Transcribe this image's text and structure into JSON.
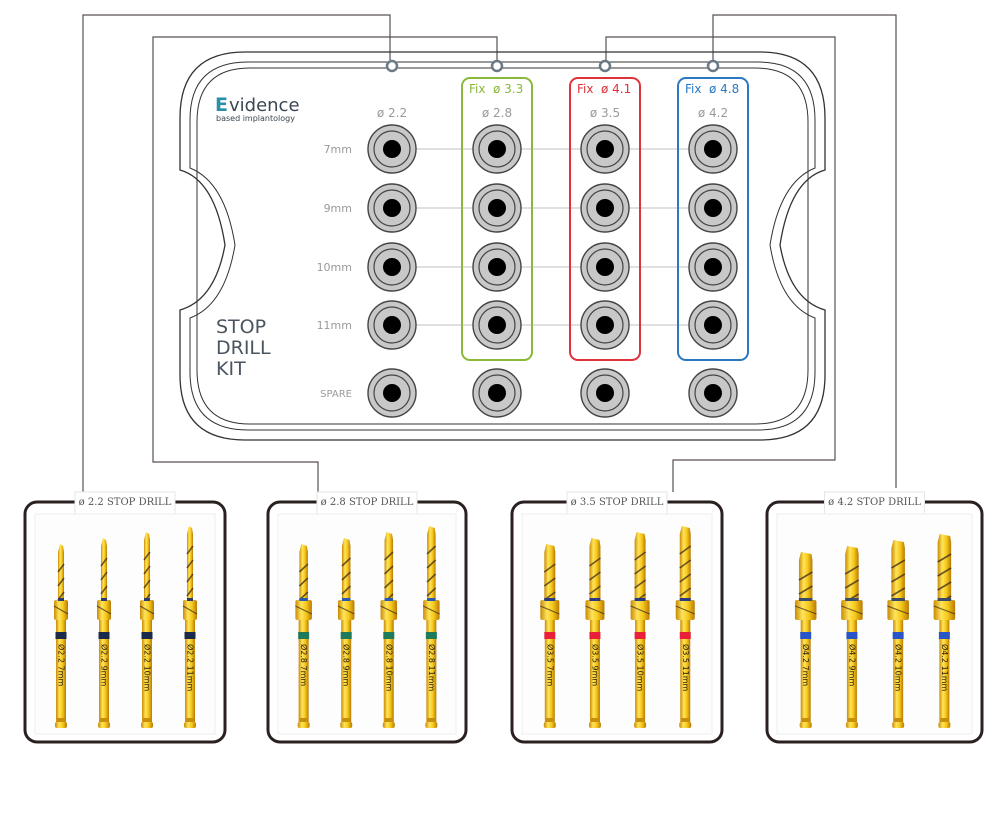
{
  "brand": {
    "logo_initial": "E",
    "logo_rest": "vidence",
    "tagline": "based implantology",
    "logo_color": "#2a8fa8",
    "text_color": "#3a4652"
  },
  "kit_title": [
    "STOP",
    "DRILL",
    "KIT"
  ],
  "row_labels": [
    "7mm",
    "9mm",
    "10mm",
    "11mm",
    "SPARE"
  ],
  "columns": [
    {
      "diameter": "ø 2.2",
      "fix_label": "",
      "fix_value": "",
      "color": ""
    },
    {
      "diameter": "ø 2.8",
      "fix_label": "Fix",
      "fix_value": "ø 3.3",
      "color": "#8ab83a"
    },
    {
      "diameter": "ø 3.5",
      "fix_label": "Fix",
      "fix_value": "ø 4.1",
      "color": "#e0323a"
    },
    {
      "diameter": "ø 4.2",
      "fix_label": "Fix",
      "fix_value": "ø 4.8",
      "color": "#2a78c2"
    }
  ],
  "drill_panels": [
    {
      "title": "ø 2.2 STOP DRILL",
      "band_color": "#1a2a4a",
      "drills": [
        {
          "label": "Ø2.2  7mm"
        },
        {
          "label": "Ø2.2  9mm"
        },
        {
          "label": "Ø2.2  10mm"
        },
        {
          "label": "Ø2.2  11mm"
        }
      ]
    },
    {
      "title": "ø 2.8 STOP DRILL",
      "band_color": "#1f7a5a",
      "drills": [
        {
          "label": "Ø2.8  7mm"
        },
        {
          "label": "Ø2.8  9mm"
        },
        {
          "label": "Ø2.8  10mm"
        },
        {
          "label": "Ø2.8  11mm"
        }
      ]
    },
    {
      "title": "ø 3.5 STOP DRILL",
      "band_color": "#e8203a",
      "drills": [
        {
          "label": "Ø3.5  7mm"
        },
        {
          "label": "Ø3.5  9mm"
        },
        {
          "label": "Ø3.5  10mm"
        },
        {
          "label": "Ø3.5  11mm"
        }
      ]
    },
    {
      "title": "ø 4.2 STOP DRILL",
      "band_color": "#2a55c8",
      "drills": [
        {
          "label": "Ø4.2  7mm"
        },
        {
          "label": "Ø4.2  9mm"
        },
        {
          "label": "Ø4.2  10mm"
        },
        {
          "label": "Ø4.2  11mm"
        }
      ]
    }
  ],
  "colors": {
    "line": "#5a5050",
    "tray_line": "#333333",
    "socket_fill": "#c8c8c8",
    "socket_ring": "#444444",
    "label_gray": "#9a9a9a",
    "connector_gray": "#6a7a84",
    "gold": "#f2c21a",
    "gold_dark": "#c8900a"
  }
}
